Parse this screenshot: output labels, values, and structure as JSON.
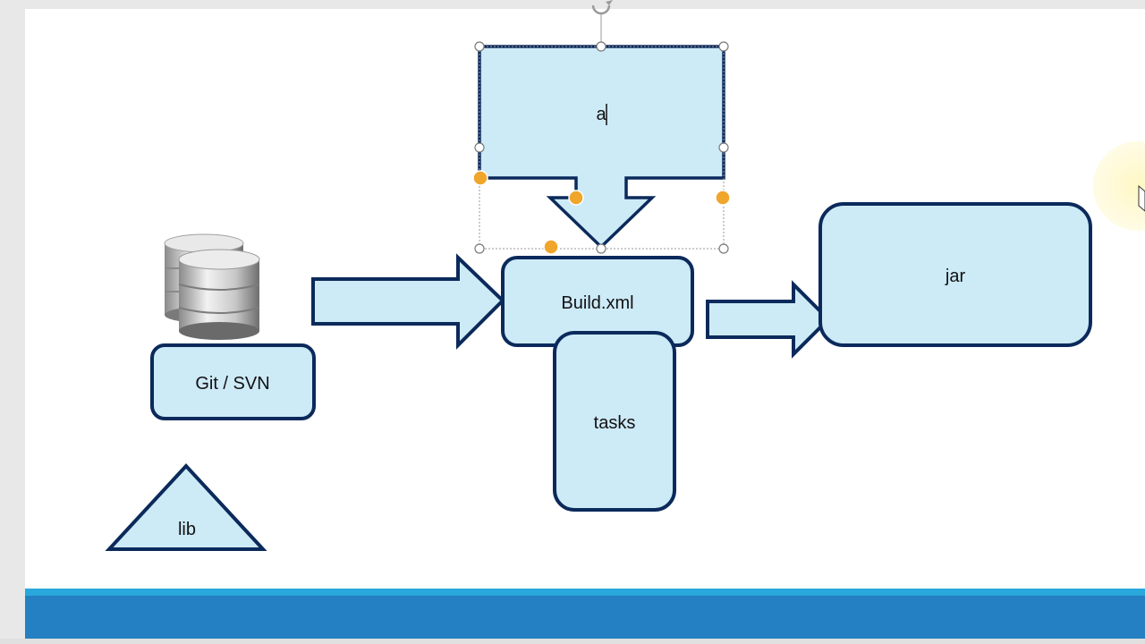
{
  "slide": {
    "shapes": {
      "git_svn": "Git / SVN",
      "build_xml": "Build.xml",
      "tasks": "tasks",
      "jar": "jar",
      "lib": "lib",
      "callout_text": "a"
    }
  },
  "colors": {
    "shape_fill": "#cdeaf7",
    "shape_stroke": "#0b2a5b",
    "footer_light": "#29a8dc",
    "footer_dark": "#2480c3",
    "handle_orange": "#f0a52b",
    "cursor_highlight": "#fff5b8"
  },
  "icons": {
    "database": "database-icon",
    "rotate_handle": "rotate-handle-icon",
    "mouse_pointer": "mouse-pointer-icon"
  }
}
